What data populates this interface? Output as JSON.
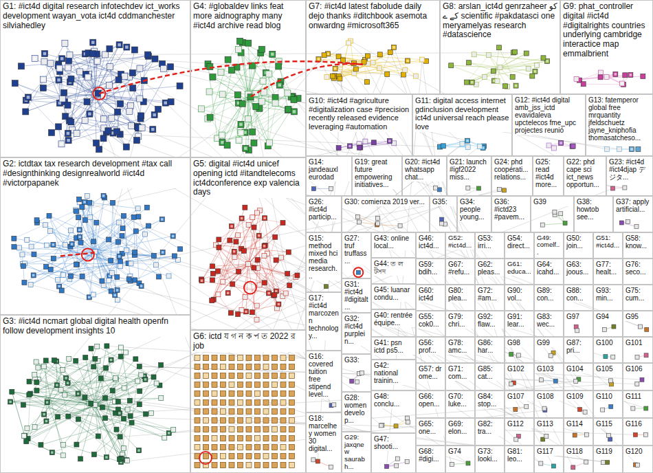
{
  "diagram": {
    "nodes": [
      {
        "text": [
          "G1: #ict4d digital research infotechdev ict_works development wayan_vota ict4d cddmanchester silviahedley"
        ]
      },
      {
        "text": [
          "G4: #globaldev links feat more aidnography many #ict4d archive read blog"
        ]
      },
      {
        "text": [
          "G7: #ict4d latest fabolude daily dejo thanks #ditchbook asemota onwardng #microsoft365"
        ]
      },
      {
        "text": [
          "G8: arslan_ict4d genrzaheer کو کے ے scientific #pakdatasci one meryamelyas research #datascience"
        ]
      },
      {
        "text": [
          "G9: phat_controller digital #ict4d #digitalrights countries underlying cambridge interactice map emmalbrient"
        ]
      },
      {
        "text": [
          "G10: #ict4d #agriculture #digitalization case #precision recently released evidence leveraging #automation"
        ]
      },
      {
        "text": [
          "G11: digital access internet gdinclusion development ict4d universal reach please love"
        ]
      },
      {
        "text": [
          "G12: #ict4d digital amb_jss_ictd evavidaleva upctelecos fme_upc projectes reunió"
        ]
      },
      {
        "text": [
          "G13: fatemperor global free mrquantity jfeldschuetz jayne_kniphofia thomasatcheso..."
        ]
      },
      {
        "text": [
          "G14: jandeauxl eurodad"
        ]
      },
      {
        "text": [
          "G19: great future empowering initiatives..."
        ]
      },
      {
        "text": [
          "G20: #ict4d whatsapp chat..."
        ]
      },
      {
        "text": [
          "G21: launch #igf2022 miss..."
        ]
      },
      {
        "text": [
          "G24: phd coopérati... relations..."
        ]
      },
      {
        "text": [
          "G25: read #ict4d more..."
        ]
      },
      {
        "text": [
          "G22: phd cape sci ict_news opportun..."
        ]
      },
      {
        "text": [
          "G23: #ict4d #ict4djap デジタ..."
        ]
      },
      {
        "text": [
          "G26: #ict4d particip..."
        ]
      },
      {
        "text": [
          "G30: comienza 2019 ver..."
        ]
      },
      {
        "text": [
          "G35:"
        ]
      },
      {
        "text": [
          "G34: people young..."
        ]
      },
      {
        "text": [
          "G36: #ictd23 #pavem..."
        ]
      },
      {
        "text": [
          "G39"
        ]
      },
      {
        "text": [
          "G38: howtob see..."
        ]
      },
      {
        "text": [
          "G37: apply artificial..."
        ]
      },
      {
        "text": [
          "G2: ictdtax tax research development #tax call #designthinking designrealworld #ict4d #victorpapanek"
        ]
      },
      {
        "text": [
          "G5: digital #ict4d unicef opening ictd #itandtelecoms ict4dconference exp valencia days"
        ]
      },
      {
        "text": [
          "G15: method mixed hci media research..."
        ]
      },
      {
        "text": [
          "G17: #ict4d marcozenn technology..."
        ]
      },
      {
        "text": [
          "G16: covered tuition free stipend level..."
        ]
      },
      {
        "text": [
          "G18: marcelhey women 30 digital..."
        ]
      },
      {
        "text": [
          "G27: truf truffass..."
        ]
      },
      {
        "text": [
          "G31: #ict4d #digitalt..."
        ]
      },
      {
        "text": [
          "G32: #ict4d purplein..."
        ]
      },
      {
        "text": [
          "G33:"
        ]
      },
      {
        "text": [
          "G28: women develop..."
        ]
      },
      {
        "text": [
          "G29: jaxqnew saurabh..."
        ]
      },
      {
        "text": [
          "G43: online local..."
        ]
      },
      {
        "text": [
          "G44: ত ল টসদ"
        ]
      },
      {
        "text": [
          "G45: luanar condu..."
        ]
      },
      {
        "text": [
          "G40: rentrée équipe..."
        ]
      },
      {
        "text": [
          "G41: psn ictd ps5..."
        ]
      },
      {
        "text": [
          "G42: national trainin..."
        ]
      },
      {
        "text": [
          "G48: conclu..."
        ]
      },
      {
        "text": [
          "G47: shooti..."
        ]
      },
      {
        "text": [
          "G3: #ict4d ncmart global digital health openfn follow development insights 10"
        ]
      },
      {
        "text": [
          "G6: ictd য গ ন ক প ত 2022 র job"
        ]
      },
      {
        "text": [
          "G46: ict4d..."
        ]
      },
      {
        "text": [
          "G52: #ict4d..."
        ]
      },
      {
        "text": [
          "G53: irri..."
        ]
      },
      {
        "text": [
          "G54: direct..."
        ]
      },
      {
        "text": [
          "G49: comelf..."
        ]
      },
      {
        "text": [
          "G50: join..."
        ]
      },
      {
        "text": [
          "G51: #ict4d..."
        ]
      },
      {
        "text": [
          "G58: know..."
        ]
      },
      {
        "text": [
          "G59: bdih..."
        ]
      },
      {
        "text": [
          "G67: #refu..."
        ]
      },
      {
        "text": [
          "G62: pleas..."
        ]
      },
      {
        "text": [
          "G61: educa..."
        ]
      },
      {
        "text": [
          "G64: icahd..."
        ]
      },
      {
        "text": [
          "G63: joous..."
        ]
      },
      {
        "text": [
          "G77: healt..."
        ]
      },
      {
        "text": [
          "G76: seco..."
        ]
      },
      {
        "text": [
          "G60: ict4d"
        ]
      },
      {
        "text": [
          "G80: plea..."
        ]
      },
      {
        "text": [
          "G72: #am..."
        ]
      },
      {
        "text": [
          "G90: vol..."
        ]
      },
      {
        "text": [
          "G89: con..."
        ]
      },
      {
        "text": [
          "G88: con..."
        ]
      },
      {
        "text": [
          "G93: min..."
        ]
      },
      {
        "text": [
          "G75: cum..."
        ]
      },
      {
        "text": [
          "G55: cok0..."
        ]
      },
      {
        "text": [
          "G79: chri..."
        ]
      },
      {
        "text": [
          "G92: flaw..."
        ]
      },
      {
        "text": [
          "G91: lear..."
        ]
      },
      {
        "text": [
          "G83: wec..."
        ]
      },
      {
        "text": [
          "G97"
        ]
      },
      {
        "text": [
          "G94"
        ]
      },
      {
        "text": [
          "G95"
        ]
      },
      {
        "text": [
          "G56: prof..."
        ]
      },
      {
        "text": [
          "G78: amc..."
        ]
      },
      {
        "text": [
          "G86: har..."
        ]
      },
      {
        "text": [
          "G98"
        ]
      },
      {
        "text": [
          "G99"
        ]
      },
      {
        "text": [
          "G87: pri..."
        ]
      },
      {
        "text": [
          "G100"
        ]
      },
      {
        "text": [
          "G101"
        ]
      },
      {
        "text": [
          "G57: dr ome..."
        ]
      },
      {
        "text": [
          "G71: com..."
        ]
      },
      {
        "text": [
          "G85: cat..."
        ]
      },
      {
        "text": [
          "G102"
        ]
      },
      {
        "text": [
          "G103"
        ]
      },
      {
        "text": [
          "G104"
        ]
      },
      {
        "text": [
          "G105"
        ]
      },
      {
        "text": [
          "G106"
        ]
      },
      {
        "text": [
          "G66: open..."
        ]
      },
      {
        "text": [
          "G70: luke..."
        ]
      },
      {
        "text": [
          "G84: stop..."
        ]
      },
      {
        "text": [
          "G107"
        ]
      },
      {
        "text": [
          "G108"
        ]
      },
      {
        "text": [
          "G109"
        ]
      },
      {
        "text": [
          "G110"
        ]
      },
      {
        "text": [
          "G111"
        ]
      },
      {
        "text": [
          "G65: one..."
        ]
      },
      {
        "text": [
          "G69: elon..."
        ]
      },
      {
        "text": [
          "G82: tra..."
        ]
      },
      {
        "text": [
          "G112"
        ]
      },
      {
        "text": [
          "G113"
        ]
      },
      {
        "text": [
          "G114"
        ]
      },
      {
        "text": [
          "G115"
        ]
      },
      {
        "text": [
          "G116"
        ]
      },
      {
        "text": [
          "G68: #digi..."
        ]
      },
      {
        "text": [
          "G74"
        ]
      },
      {
        "text": [
          "G73: looki..."
        ]
      },
      {
        "text": [
          "G81: leo..."
        ]
      },
      {
        "text": [
          "G117"
        ]
      },
      {
        "text": [
          "G118"
        ]
      },
      {
        "text": [
          "G119"
        ]
      },
      {
        "text": [
          "G120"
        ]
      }
    ]
  }
}
